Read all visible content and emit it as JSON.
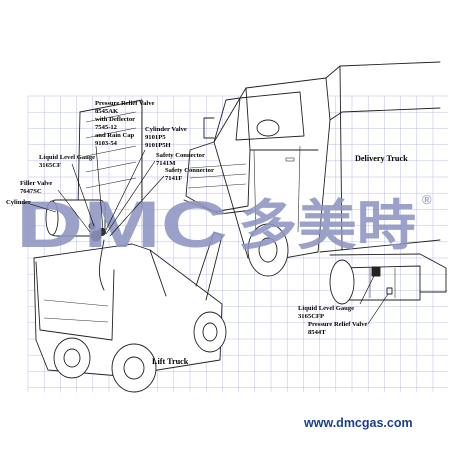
{
  "labels": {
    "pressure_relief_valve": [
      "Pressure Relief Valve",
      "8545AK",
      "with Deflector",
      "7545-12",
      "and Rain Cap",
      "9103-54"
    ],
    "cylinder_valve": [
      "Cylinder Valve",
      "9101P5",
      "9101P5H"
    ],
    "liquid_level_gauge": [
      "Liquid Level Gauge",
      "3165CF"
    ],
    "safety_connector_1": [
      "Safety Connector",
      "7141M"
    ],
    "safety_connector_2": [
      "Safety Connector",
      "7141F"
    ],
    "filler_valve": [
      "Filler Valve",
      "7647SC"
    ],
    "cylinder": [
      "Cylinder"
    ],
    "delivery_truck": "Delivery Truck",
    "lift_truck": "Lift Truck",
    "liquid_level_gauge_truck": [
      "Liquid Level Gauge",
      "3165CFP"
    ],
    "pressure_relief_valve_truck": [
      "Pressure Relief Valve",
      "8544T"
    ]
  },
  "watermark": {
    "logo_text": "DMC",
    "chinese_text": "多美時",
    "registered_mark": "®",
    "color": "#8f95c2"
  },
  "website": {
    "url": "www.dmcgas.com",
    "color": "#1c3f8c"
  },
  "grid": {
    "color": "#b9bde6"
  }
}
